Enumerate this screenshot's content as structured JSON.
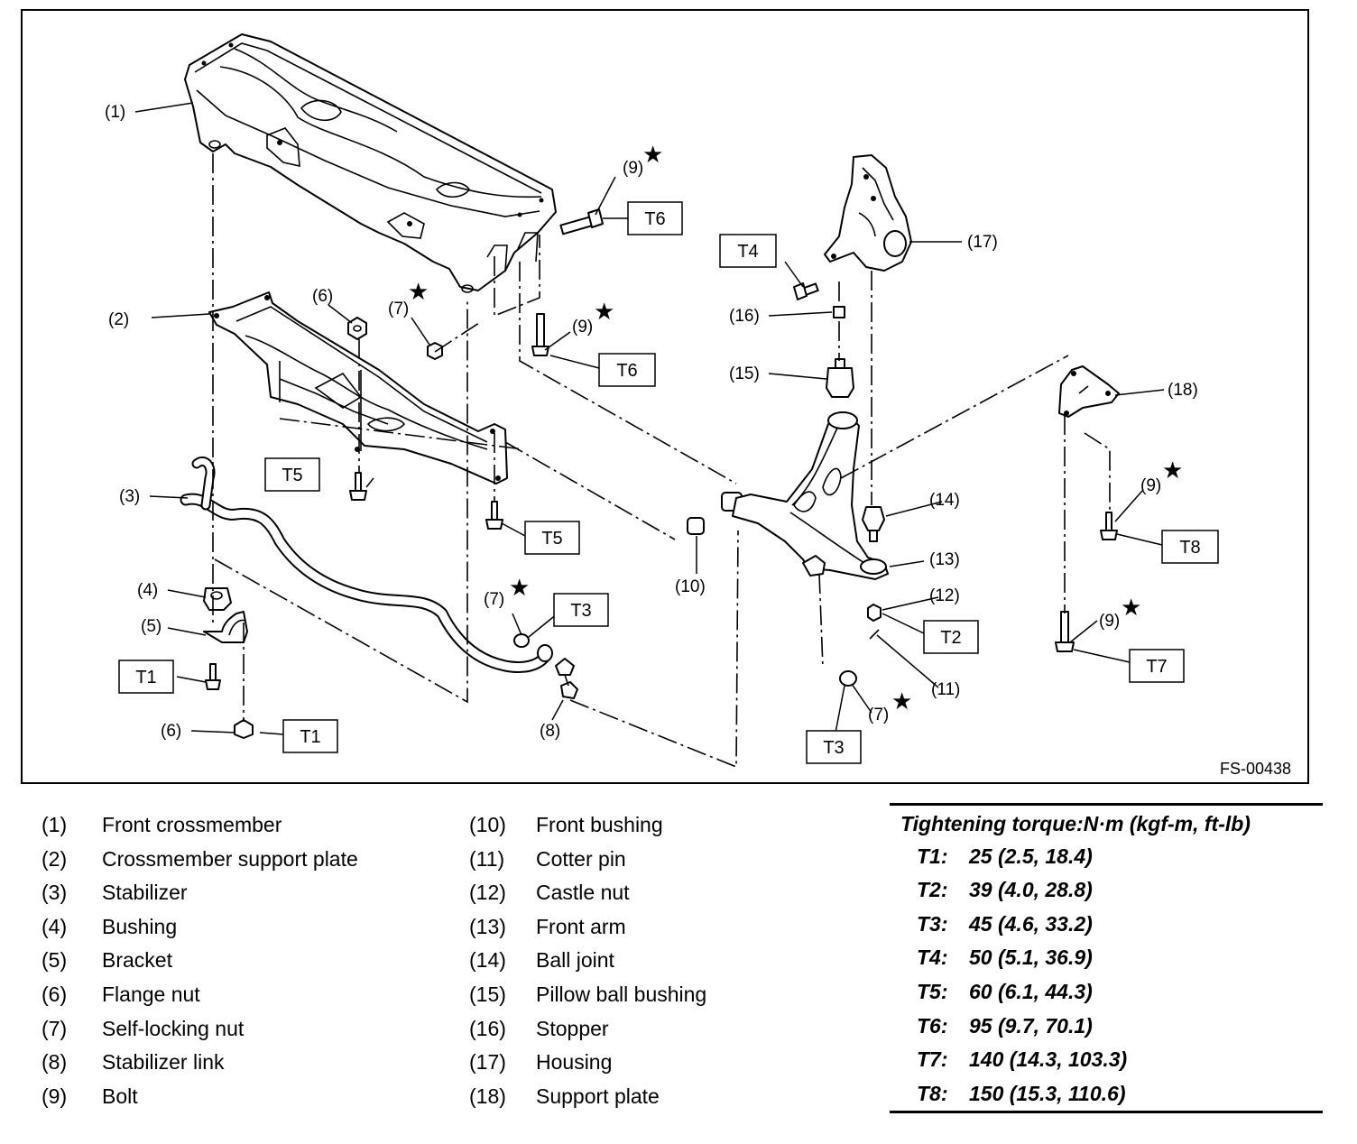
{
  "diagram": {
    "figure_code": "FS-00438",
    "callouts": {
      "c1": "(1)",
      "c2": "(2)",
      "c3": "(3)",
      "c4": "(4)",
      "c5": "(5)",
      "c6a": "(6)",
      "c6b": "(6)",
      "c7a": "(7)",
      "c7b": "(7)",
      "c7c": "(7)",
      "c8": "(8)",
      "c9a": "(9)",
      "c9b": "(9)",
      "c9c": "(9)",
      "c9d": "(9)",
      "c10": "(10)",
      "c11": "(11)",
      "c12": "(12)",
      "c13": "(13)",
      "c14": "(14)",
      "c15": "(15)",
      "c16": "(16)",
      "c17": "(17)",
      "c18": "(18)"
    },
    "torque_boxes": {
      "t1a": "T1",
      "t1b": "T1",
      "t2": "T2",
      "t3a": "T3",
      "t3b": "T3",
      "t4": "T4",
      "t5a": "T5",
      "t5b": "T5",
      "t6a": "T6",
      "t6b": "T6",
      "t7": "T7",
      "t8": "T8"
    },
    "star_glyph": "★"
  },
  "legend": {
    "left": [
      {
        "num": "(1)",
        "name": "Front crossmember"
      },
      {
        "num": "(2)",
        "name": "Crossmember support plate"
      },
      {
        "num": "(3)",
        "name": "Stabilizer"
      },
      {
        "num": "(4)",
        "name": "Bushing"
      },
      {
        "num": "(5)",
        "name": "Bracket"
      },
      {
        "num": "(6)",
        "name": "Flange nut"
      },
      {
        "num": "(7)",
        "name": "Self-locking nut"
      },
      {
        "num": "(8)",
        "name": "Stabilizer link"
      },
      {
        "num": "(9)",
        "name": "Bolt"
      }
    ],
    "middle": [
      {
        "num": "(10)",
        "name": "Front bushing"
      },
      {
        "num": "(11)",
        "name": "Cotter pin"
      },
      {
        "num": "(12)",
        "name": "Castle nut"
      },
      {
        "num": "(13)",
        "name": "Front arm"
      },
      {
        "num": "(14)",
        "name": "Ball joint"
      },
      {
        "num": "(15)",
        "name": "Pillow ball bushing"
      },
      {
        "num": "(16)",
        "name": "Stopper"
      },
      {
        "num": "(17)",
        "name": "Housing"
      },
      {
        "num": "(18)",
        "name": "Support plate"
      }
    ]
  },
  "torque": {
    "title": "Tightening torque:N·m (kgf-m, ft-lb)",
    "rows": [
      {
        "code": "T1:",
        "value": "25 (2.5, 18.4)"
      },
      {
        "code": "T2:",
        "value": "39 (4.0, 28.8)"
      },
      {
        "code": "T3:",
        "value": "45 (4.6, 33.2)"
      },
      {
        "code": "T4:",
        "value": "50 (5.1, 36.9)"
      },
      {
        "code": "T5:",
        "value": "60 (6.1, 44.3)"
      },
      {
        "code": "T6:",
        "value": "95 (9.7, 70.1)"
      },
      {
        "code": "T7:",
        "value": "140 (14.3, 103.3)"
      },
      {
        "code": "T8:",
        "value": "150 (15.3, 110.6)"
      }
    ]
  }
}
